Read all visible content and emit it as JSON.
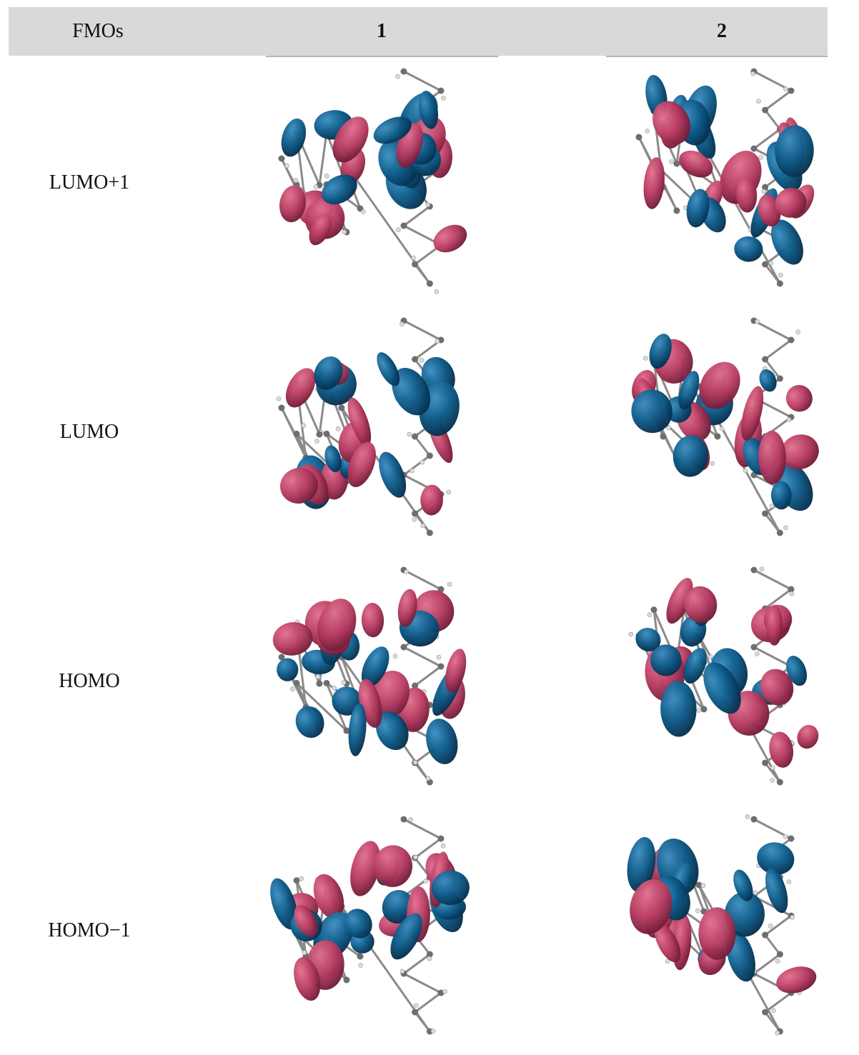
{
  "table": {
    "headers": [
      "FMOs",
      "1",
      "2"
    ],
    "rows": [
      {
        "label": "LUMO+1"
      },
      {
        "label": "LUMO"
      },
      {
        "label": "HOMO"
      },
      {
        "label": "HOMO−1"
      }
    ]
  },
  "colors": {
    "header_bg": "#d9d9d9",
    "lobe_positive": "#c0456b",
    "lobe_negative": "#0f5f8f",
    "atom_carbon": "#6e6e6e",
    "atom_hydrogen": "#dcdcdc"
  }
}
